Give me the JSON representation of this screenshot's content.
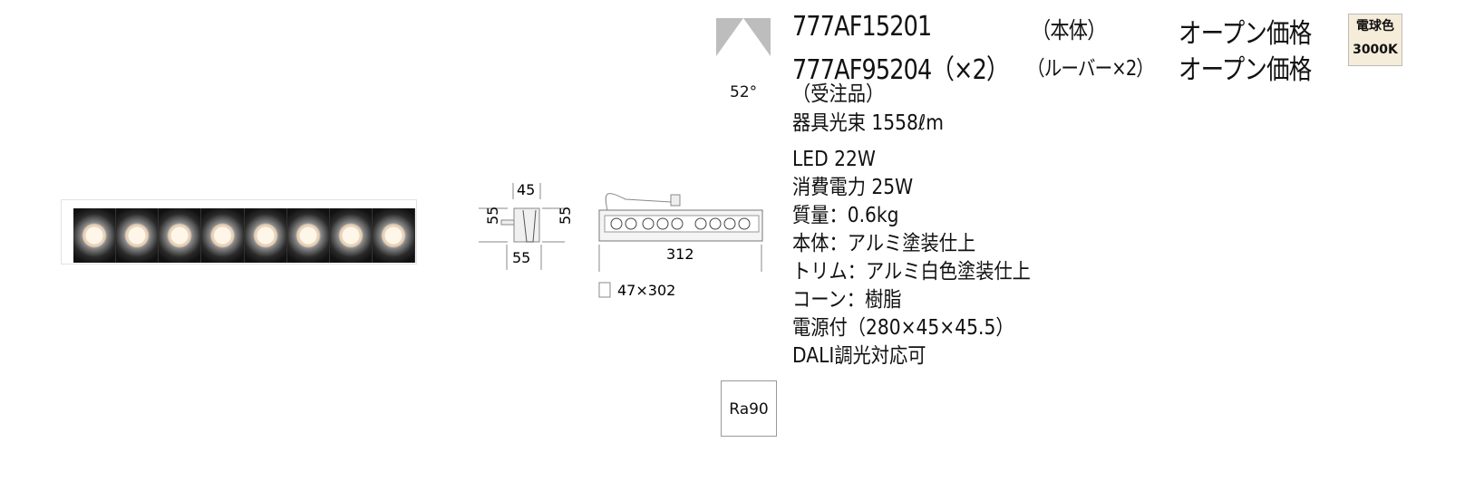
{
  "products": [
    {
      "model": "777AF15201",
      "note": "（本体）",
      "price": "オープン価格"
    },
    {
      "model": "777AF95204（×2）",
      "note": "（ルーバー×2）",
      "price": "オープン価格"
    }
  ],
  "order_note": "（受注品）",
  "flux": "器具光束 1558ℓm",
  "beam_angle": "52°",
  "badge": {
    "line1": "電球色",
    "line2": "3000K"
  },
  "specs": [
    "LED 22W",
    "消費電力 25W",
    "質量：0.6kg",
    "本体：アルミ塗装仕上",
    "トリム：アルミ白色塗装仕上",
    "コーン：樹脂",
    "電源付（280×45×45.5）",
    "DALI調光対応可"
  ],
  "ra": "Ra90",
  "dimensions": {
    "top_width": "45",
    "height_left": "55",
    "height_right": "55",
    "bottom_width": "55",
    "length": "312",
    "cutout": "47×302"
  },
  "lamp_count": 8
}
